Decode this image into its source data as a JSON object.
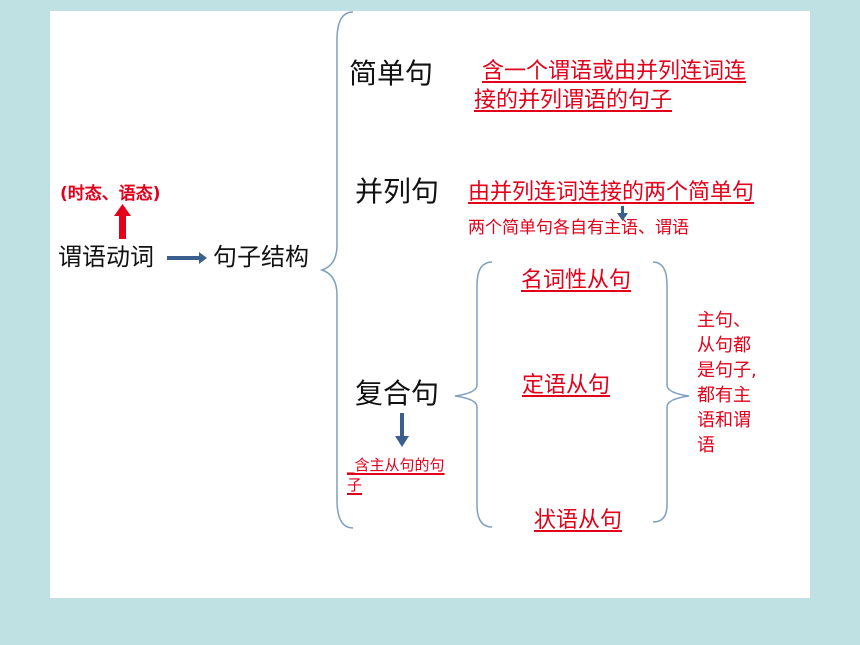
{
  "colors": {
    "background": "#bfe1e4",
    "slide": "#ffffff",
    "accent_red": "#e3001b",
    "arrow_blue": "#3a5f8f",
    "bracket": "#7f9fbf"
  },
  "left": {
    "tense_voice": "(时态、语态)",
    "predicate_verb": "谓语动词",
    "sentence_structure": "句子结构"
  },
  "simple": {
    "label": "简单句",
    "desc_line1": "含一个谓语或由并列连词连",
    "desc_line2": "接的并列谓语的句子"
  },
  "compound": {
    "label": "并列句",
    "desc": "由并列连词连接的两个简单句",
    "note": "两个简单句各自有主语、谓语"
  },
  "complex": {
    "label": "复合句",
    "note_line1": "_含主从句的句",
    "note_line2": "子",
    "clauses": [
      "名词性从句",
      "定语从句",
      "状语从句"
    ],
    "side_note": [
      "主句、",
      "从句都",
      "是句子,",
      "都有主",
      "语和谓",
      "语"
    ]
  }
}
